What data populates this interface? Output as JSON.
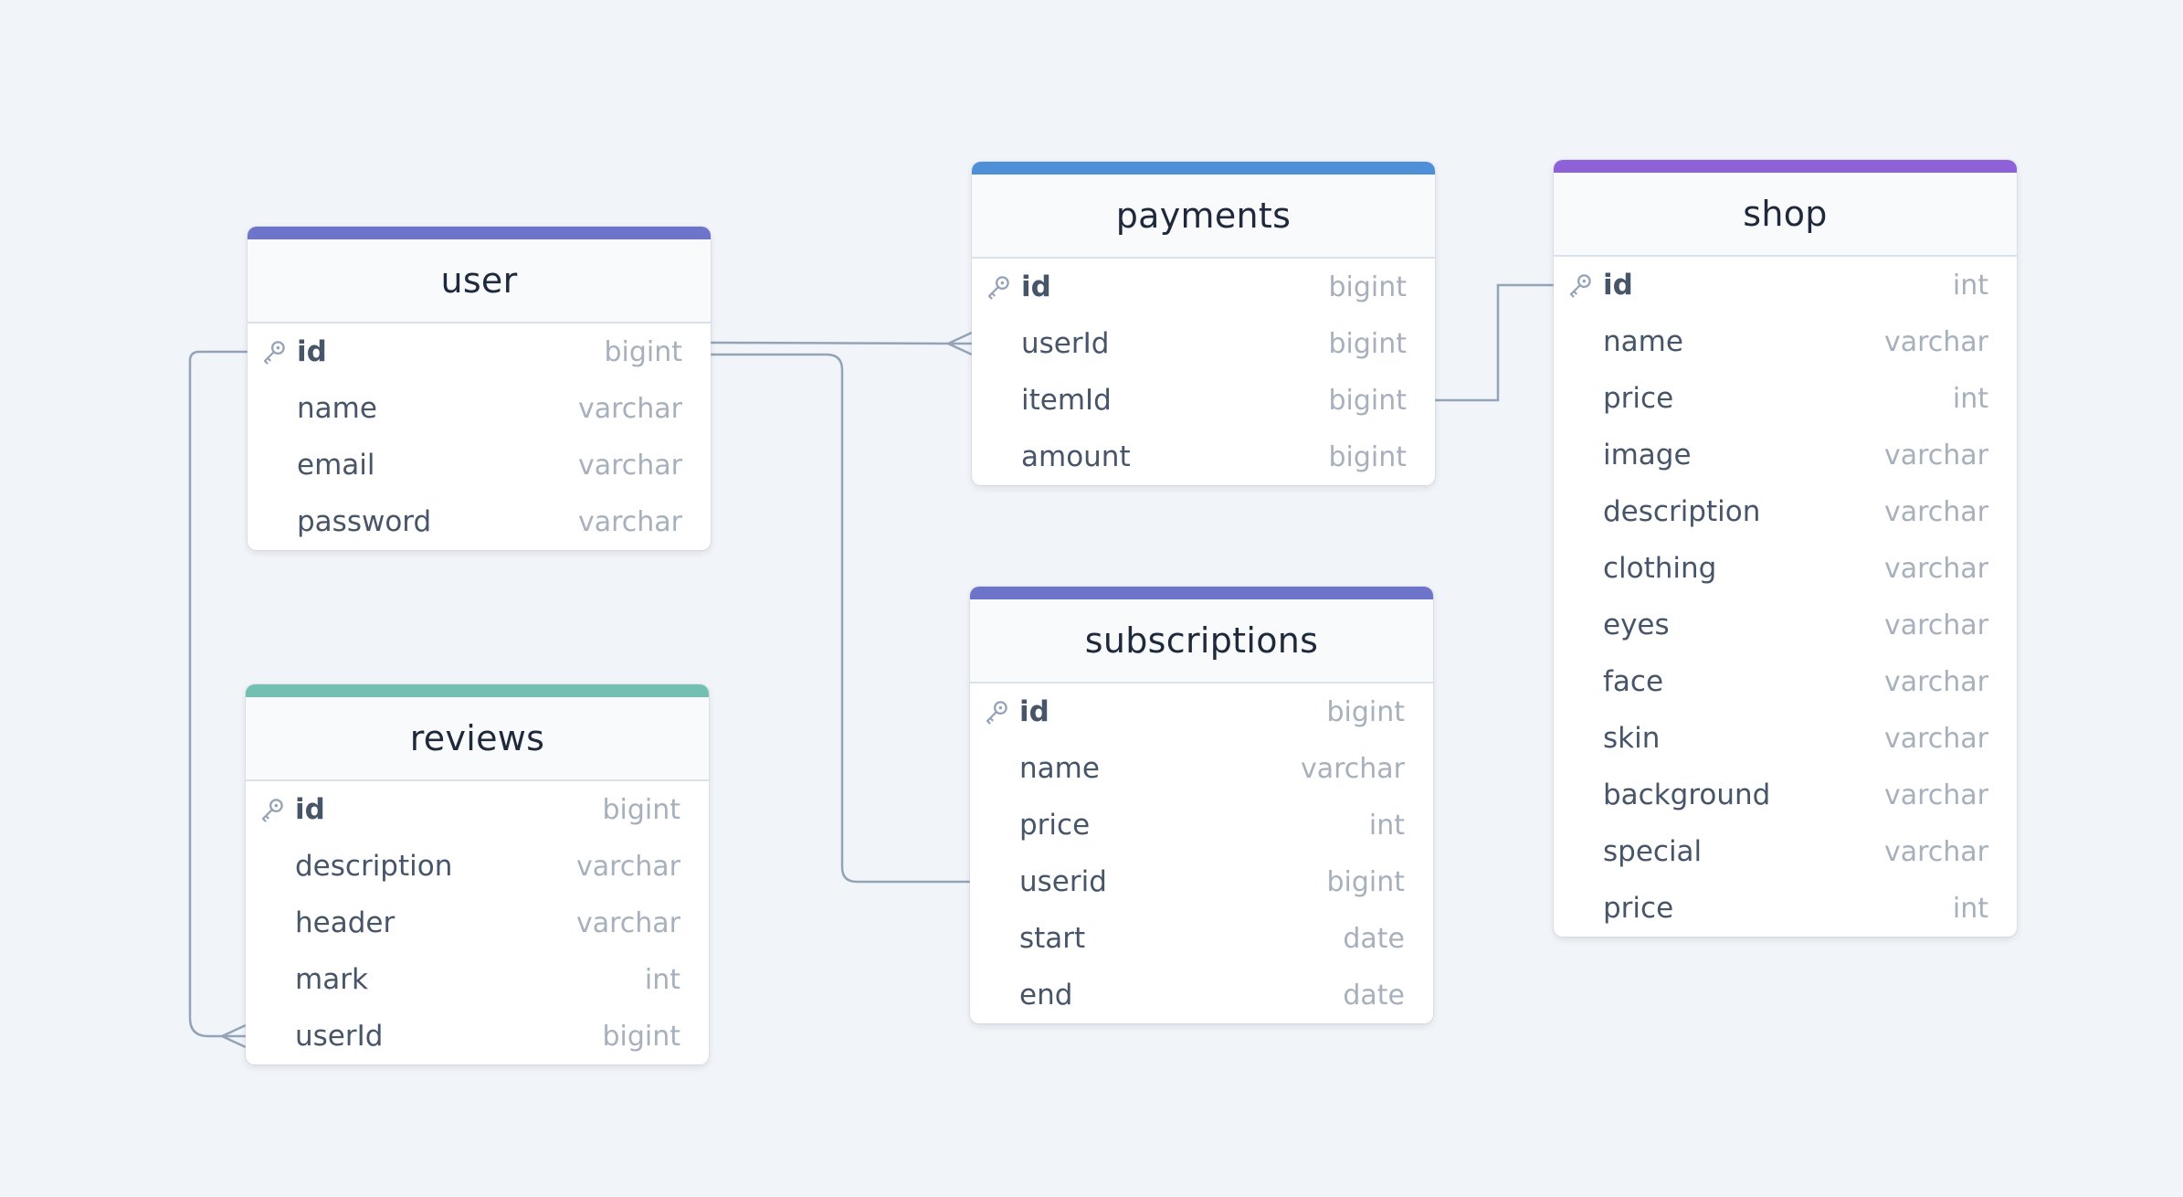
{
  "colors": {
    "background": "#f1f5f9",
    "edge": "#94a3b8",
    "user": "#6d74c9",
    "payments": "#4f8fd8",
    "shop": "#8f61d9",
    "reviews": "#71c0b1",
    "subscriptions": "#6d74c9"
  },
  "icons": {
    "primary_key": "key-icon"
  },
  "tables": [
    {
      "id": "user",
      "name": "user",
      "accent": "#6d74c9",
      "fields": [
        {
          "name": "id",
          "type": "bigint",
          "pk": true
        },
        {
          "name": "name",
          "type": "varchar"
        },
        {
          "name": "email",
          "type": "varchar"
        },
        {
          "name": "password",
          "type": "varchar"
        }
      ]
    },
    {
      "id": "reviews",
      "name": "reviews",
      "accent": "#71c0b1",
      "fields": [
        {
          "name": "id",
          "type": "bigint",
          "pk": true
        },
        {
          "name": "description",
          "type": "varchar"
        },
        {
          "name": "header",
          "type": "varchar"
        },
        {
          "name": "mark",
          "type": "int"
        },
        {
          "name": "userId",
          "type": "bigint"
        }
      ]
    },
    {
      "id": "payments",
      "name": "payments",
      "accent": "#4f8fd8",
      "fields": [
        {
          "name": "id",
          "type": "bigint",
          "pk": true
        },
        {
          "name": "userId",
          "type": "bigint"
        },
        {
          "name": "itemId",
          "type": "bigint"
        },
        {
          "name": "amount",
          "type": "bigint"
        }
      ]
    },
    {
      "id": "subscriptions",
      "name": "subscriptions",
      "accent": "#6d74c9",
      "fields": [
        {
          "name": "id",
          "type": "bigint",
          "pk": true
        },
        {
          "name": "name",
          "type": "varchar"
        },
        {
          "name": "price",
          "type": "int"
        },
        {
          "name": "userid",
          "type": "bigint"
        },
        {
          "name": "start",
          "type": "date"
        },
        {
          "name": "end",
          "type": "date"
        }
      ]
    },
    {
      "id": "shop",
      "name": "shop",
      "accent": "#8f61d9",
      "fields": [
        {
          "name": "id",
          "type": "int",
          "pk": true
        },
        {
          "name": "name",
          "type": "varchar"
        },
        {
          "name": "price",
          "type": "int"
        },
        {
          "name": "image",
          "type": "varchar"
        },
        {
          "name": "description",
          "type": "varchar"
        },
        {
          "name": "clothing",
          "type": "varchar"
        },
        {
          "name": "eyes",
          "type": "varchar"
        },
        {
          "name": "face",
          "type": "varchar"
        },
        {
          "name": "skin",
          "type": "varchar"
        },
        {
          "name": "background",
          "type": "varchar"
        },
        {
          "name": "special",
          "type": "varchar"
        },
        {
          "name": "price",
          "type": "int"
        }
      ]
    }
  ],
  "relations": [
    {
      "from": "user.id",
      "to": "payments.userId",
      "cardinality": "one-to-many"
    },
    {
      "from": "user.id",
      "to": "subscriptions.userid",
      "cardinality": "one-to-one"
    },
    {
      "from": "user.id",
      "to": "reviews.userId",
      "cardinality": "one-to-many"
    },
    {
      "from": "shop.id",
      "to": "payments.itemId",
      "cardinality": "one-to-one"
    }
  ]
}
